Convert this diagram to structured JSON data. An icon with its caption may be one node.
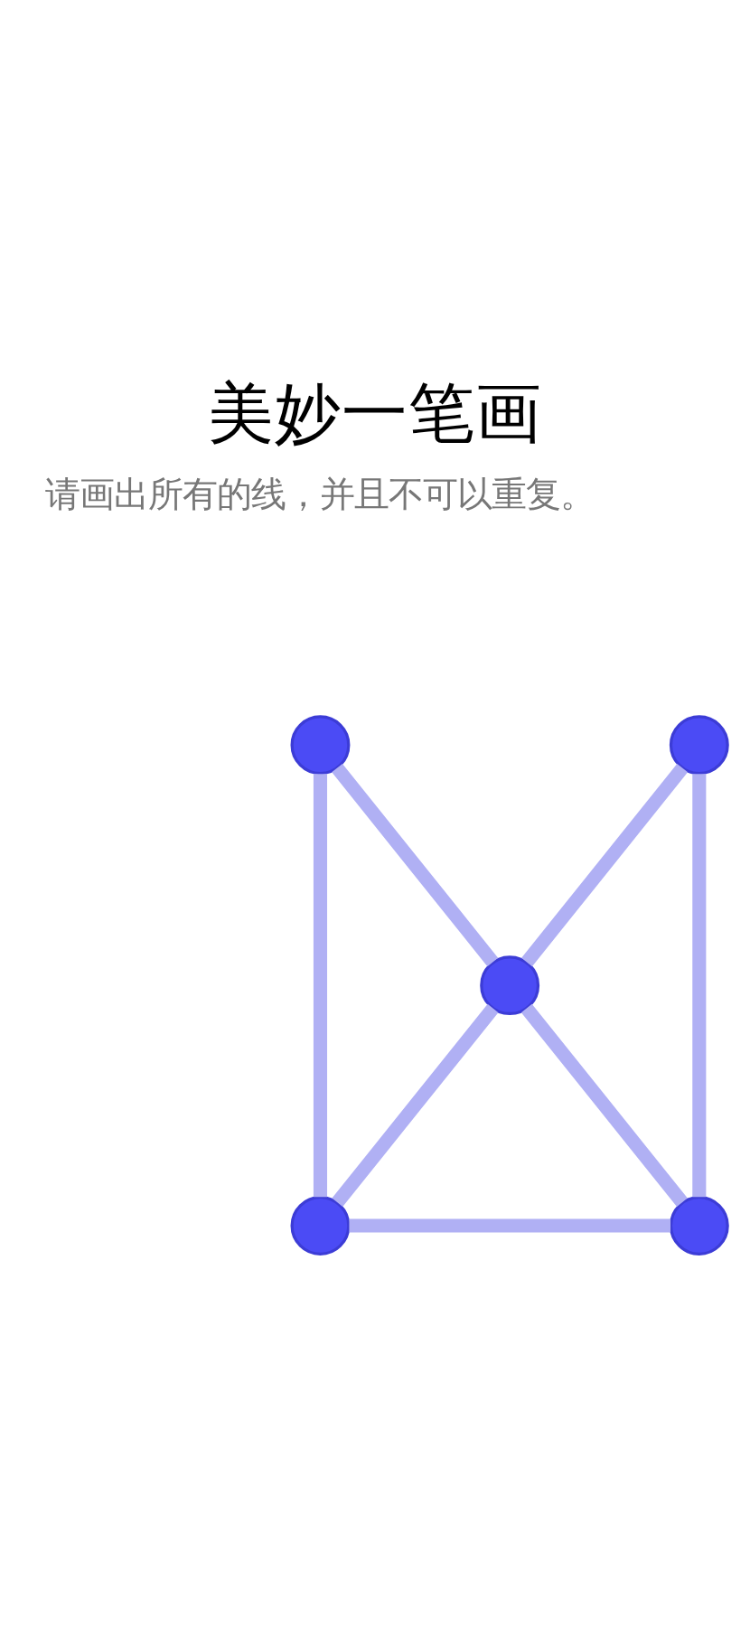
{
  "diagram": {
    "title": "美妙一笔画",
    "nodes": [
      {
        "text": [],
        "shape": "circle"
      },
      {
        "text": [],
        "shape": "circle"
      },
      {
        "text": [],
        "shape": "circle"
      },
      {
        "text": [],
        "shape": "circle"
      },
      {
        "text": [],
        "shape": "circle"
      }
    ],
    "edges": [
      {
        "from": 0,
        "to": 3,
        "arrow": "none"
      },
      {
        "from": 0,
        "to": 2,
        "arrow": "none"
      },
      {
        "from": 2,
        "to": 4,
        "arrow": "none"
      },
      {
        "from": 1,
        "to": 2,
        "arrow": "none"
      },
      {
        "from": 2,
        "to": 3,
        "arrow": "none"
      },
      {
        "from": 1,
        "to": 4,
        "arrow": "none"
      },
      {
        "from": 3,
        "to": 4,
        "arrow": "none"
      }
    ],
    "labels": [
      "请画出所有的线，并且不可以重复。"
    ]
  }
}
